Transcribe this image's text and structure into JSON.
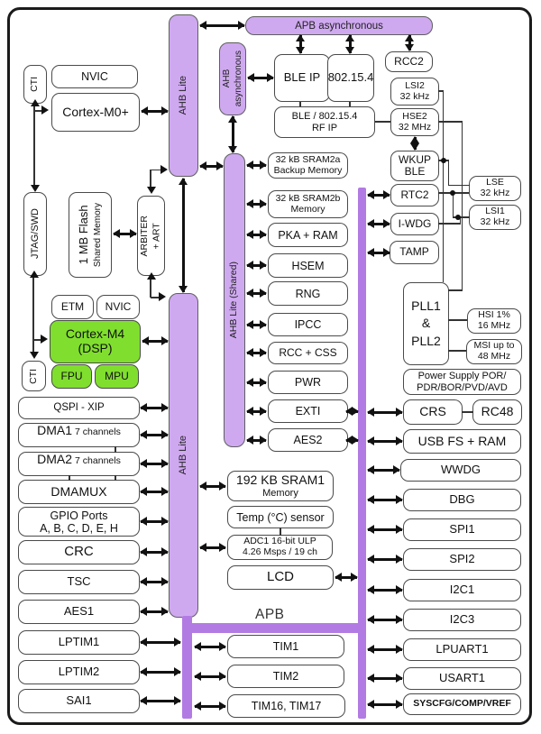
{
  "buses": {
    "ahb_lite_cpu2": "AHB Lite",
    "ahb_async_line1": "AHB",
    "ahb_async_line2": "asynchronous",
    "apb_async": "APB asynchronous",
    "ahb_shared": "AHB Lite (Shared)",
    "ahb_lite_cpu1": "AHB Lite",
    "apb": "APB"
  },
  "cpu2": {
    "cti": "CTI",
    "nvic": "NVIC",
    "core": "Cortex-M0+"
  },
  "debug": {
    "jtag": "JTAG/SWD",
    "etm": "ETM",
    "nvic": "NVIC",
    "cti": "CTI"
  },
  "flash": {
    "line1": "1 MB Flash",
    "line2": "Shared Memory"
  },
  "arbiter": {
    "line1": "ARBITER",
    "line2": "+ ART"
  },
  "cpu1": {
    "core_line1": "Cortex-M4",
    "core_line2": "(DSP)",
    "fpu": "FPU",
    "mpu": "MPU"
  },
  "radio": {
    "ble_ip": "BLE IP",
    "ieee802154": "802.15.4",
    "rf_line1": "BLE / 802.15.4",
    "rf_line2": "RF IP",
    "rcc2": "RCC2",
    "wkup_line1": "WKUP",
    "wkup_line2": "BLE"
  },
  "clocks": {
    "lsi2_line1": "LSI2",
    "lsi2_line2": "32 kHz",
    "hse2_line1": "HSE2",
    "hse2_line2": "32 MHz",
    "lse_line1": "LSE",
    "lse_line2": "32 kHz",
    "lsi1_line1": "LSI1",
    "lsi1_line2": "32 kHz",
    "pll_line1": "PLL1",
    "pll_line2": "&",
    "pll_line3": "PLL2",
    "hsi_line1": "HSI 1%",
    "hsi_line2": "16 MHz",
    "msi_line1": "MSI up to",
    "msi_line2": "48 MHz",
    "rc48": "RC48"
  },
  "rtc_group": {
    "rtc2": "RTC2",
    "iwdg": "I-WDG",
    "tamp": "TAMP"
  },
  "power": {
    "line1": "Power Supply POR/",
    "line2": "PDR/BOR/PVD/AVD",
    "crs": "CRS"
  },
  "left_column": [
    {
      "label": "QSPI - XIP"
    },
    {
      "label": "DMA1",
      "sub": "7 channels"
    },
    {
      "label": "DMA2",
      "sub": "7 channels"
    },
    {
      "label": "DMAMUX"
    },
    {
      "label": "GPIO Ports",
      "sub": "A, B, C, D, E, H"
    },
    {
      "label": "CRC"
    },
    {
      "label": "TSC"
    },
    {
      "label": "AES1"
    },
    {
      "label": "LPTIM1"
    },
    {
      "label": "LPTIM2"
    },
    {
      "label": "SAI1"
    }
  ],
  "middle_column": [
    {
      "line1": "32 kB SRAM2a",
      "line2": "Backup Memory"
    },
    {
      "line1": "32 kB SRAM2b",
      "line2": "Memory"
    },
    {
      "label": "PKA + RAM"
    },
    {
      "label": "HSEM"
    },
    {
      "label": "RNG"
    },
    {
      "label": "IPCC"
    },
    {
      "label": "RCC + CSS"
    },
    {
      "label": "PWR"
    },
    {
      "label": "EXTI"
    },
    {
      "label": "AES2"
    }
  ],
  "center": [
    {
      "line1": "192 KB SRAM1",
      "line2": "Memory"
    },
    {
      "label": "Temp (°C) sensor"
    },
    {
      "line1": "ADC1 16-bit ULP",
      "line2": "4.26 Msps / 19 ch"
    },
    {
      "label": "LCD"
    }
  ],
  "timers": [
    {
      "label": "TIM1"
    },
    {
      "label": "TIM2"
    },
    {
      "label": "TIM16, TIM17"
    }
  ],
  "right_column": [
    {
      "label": "USB FS + RAM"
    },
    {
      "label": "WWDG"
    },
    {
      "label": "DBG"
    },
    {
      "label": "SPI1"
    },
    {
      "label": "SPI2"
    },
    {
      "label": "I2C1"
    },
    {
      "label": "I2C3"
    },
    {
      "label": "LPUART1"
    },
    {
      "label": "USART1"
    },
    {
      "label": "SYSCFG/COMP/VREF"
    }
  ],
  "colors": {
    "bus_fill": "#cfa9f0",
    "rail_fill": "#b27be4",
    "green_fill": "#80df2e",
    "box_border": "#4a4a4a",
    "arrow": "#111111"
  }
}
